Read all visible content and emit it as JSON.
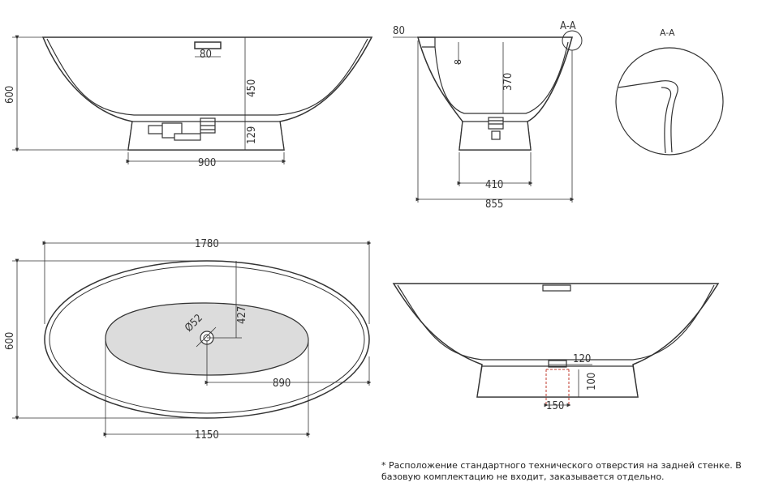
{
  "colors": {
    "line": "#333333",
    "fill": "#ffffff",
    "shadow": "#dcdcdc",
    "accent": "#c0392b"
  },
  "front_view": {
    "d_80": "80",
    "d_450": "450",
    "d_600": "600",
    "d_129": "129",
    "d_900": "900"
  },
  "side_view": {
    "d_80": "80",
    "d_8": "8",
    "d_370": "370",
    "d_410": "410",
    "d_855": "855",
    "section_label": "A-A"
  },
  "detail_view": {
    "label": "A-A"
  },
  "top_view": {
    "d_1780": "1780",
    "d_600": "600",
    "d_427": "427",
    "d_52": "Ø52",
    "d_890": "890",
    "d_1150": "1150"
  },
  "rear_view": {
    "d_120": "120",
    "d_100": "100",
    "d_150": "150"
  },
  "footnote": "* Расположение стандартного технического отверстия на задней стенке. В базовую комплектацию не входит, заказывается отдельно."
}
